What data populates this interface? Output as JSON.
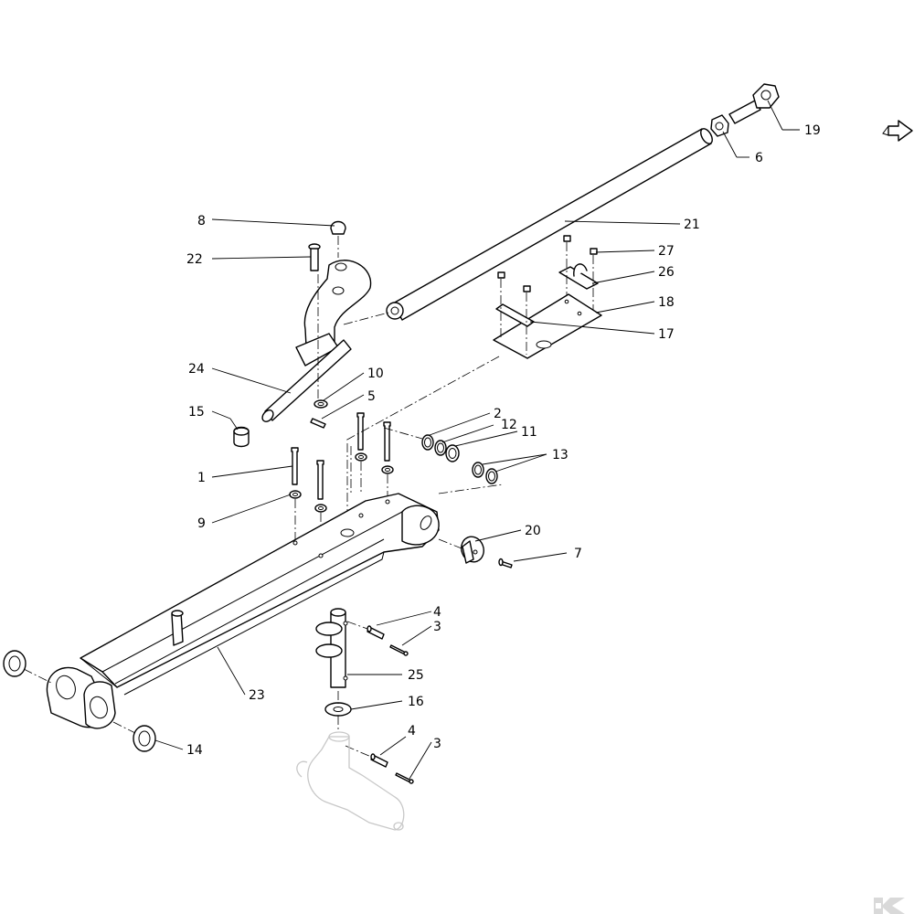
{
  "callouts": {
    "c1": "1",
    "c2": "2",
    "c3a": "3",
    "c3b": "3",
    "c4a": "4",
    "c4b": "4",
    "c5": "5",
    "c6": "6",
    "c7": "7",
    "c8": "8",
    "c9": "9",
    "c10": "10",
    "c11": "11",
    "c12": "12",
    "c13": "13",
    "c14": "14",
    "c15": "15",
    "c16": "16",
    "c17": "17",
    "c18": "18",
    "c19": "19",
    "c20": "20",
    "c21": "21",
    "c22": "22",
    "c23": "23",
    "c24": "24",
    "c25": "25",
    "c26": "26",
    "c27": "27"
  },
  "icons": {
    "direction": "arrow-right-outline-icon",
    "logo": "brand-logo-icon"
  },
  "logo": {
    "text": "K"
  },
  "colors": {
    "line": "#000000",
    "ghost": "#c8c8c8",
    "logo": "#d9d9d9",
    "background": "#ffffff"
  }
}
